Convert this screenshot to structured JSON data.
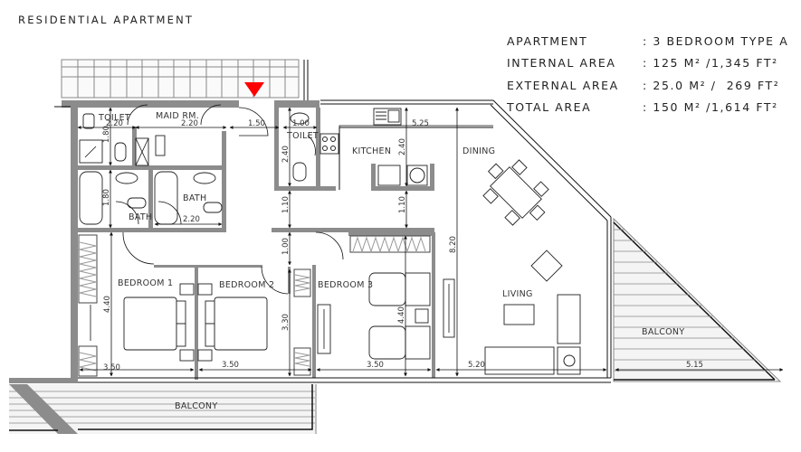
{
  "header": {
    "title": "RESIDENTIAL APARTMENT"
  },
  "info": {
    "rows": [
      {
        "label": "APARTMENT",
        "value": ": 3 BEDROOM TYPE A"
      },
      {
        "label": "INTERNAL AREA",
        "value": ": 125 M² /1,345 FT²"
      },
      {
        "label": "EXTERNAL AREA",
        "value": ": 25.0 M² /  269 FT²"
      },
      {
        "label": "TOTAL AREA",
        "value": ": 150 M² /1,614 FT²"
      }
    ]
  },
  "plan": {
    "entrance_marker_color": "#ff0000",
    "rooms": {
      "toilet_1": "TOILET",
      "maid_room": "MAID RM.",
      "toilet_2": "TOILET",
      "kitchen": "KITCHEN",
      "dining": "DINING",
      "bath_1": "BATH",
      "bath_2": "BATH",
      "living": "LIVING",
      "bedroom_1": "BEDROOM 1",
      "bedroom_2": "BEDROOM 2",
      "bedroom_3": "BEDROOM 3",
      "balcony_bottom": "BALCONY",
      "balcony_right": "BALCONY"
    },
    "dimensions": {
      "toilet_1_width": "2.20",
      "maid_width": "2.20",
      "corridor_width": "1.50",
      "toilet_2_width": "1.00",
      "kitchen_width": "5.25",
      "toilet_1_depth": "1.80",
      "bath_1_depth": "1.80",
      "bath_2_width": "2.20",
      "toilet_2_depth": "2.40",
      "kitchen_depth": "2.40",
      "hall_1": "1.10",
      "hall_2": "1.10",
      "hall_3": "1.00",
      "living_depth": "8.20",
      "bedroom_1_depth": "4.40",
      "bedroom_2_depth": "3.30",
      "bedroom_3_depth": "4.40",
      "bedroom_1_width": "3.50",
      "bedroom_2_width": "3.50",
      "bedroom_3_width": "3.50",
      "living_width": "5.20",
      "balcony_right_width": "5.15"
    }
  }
}
